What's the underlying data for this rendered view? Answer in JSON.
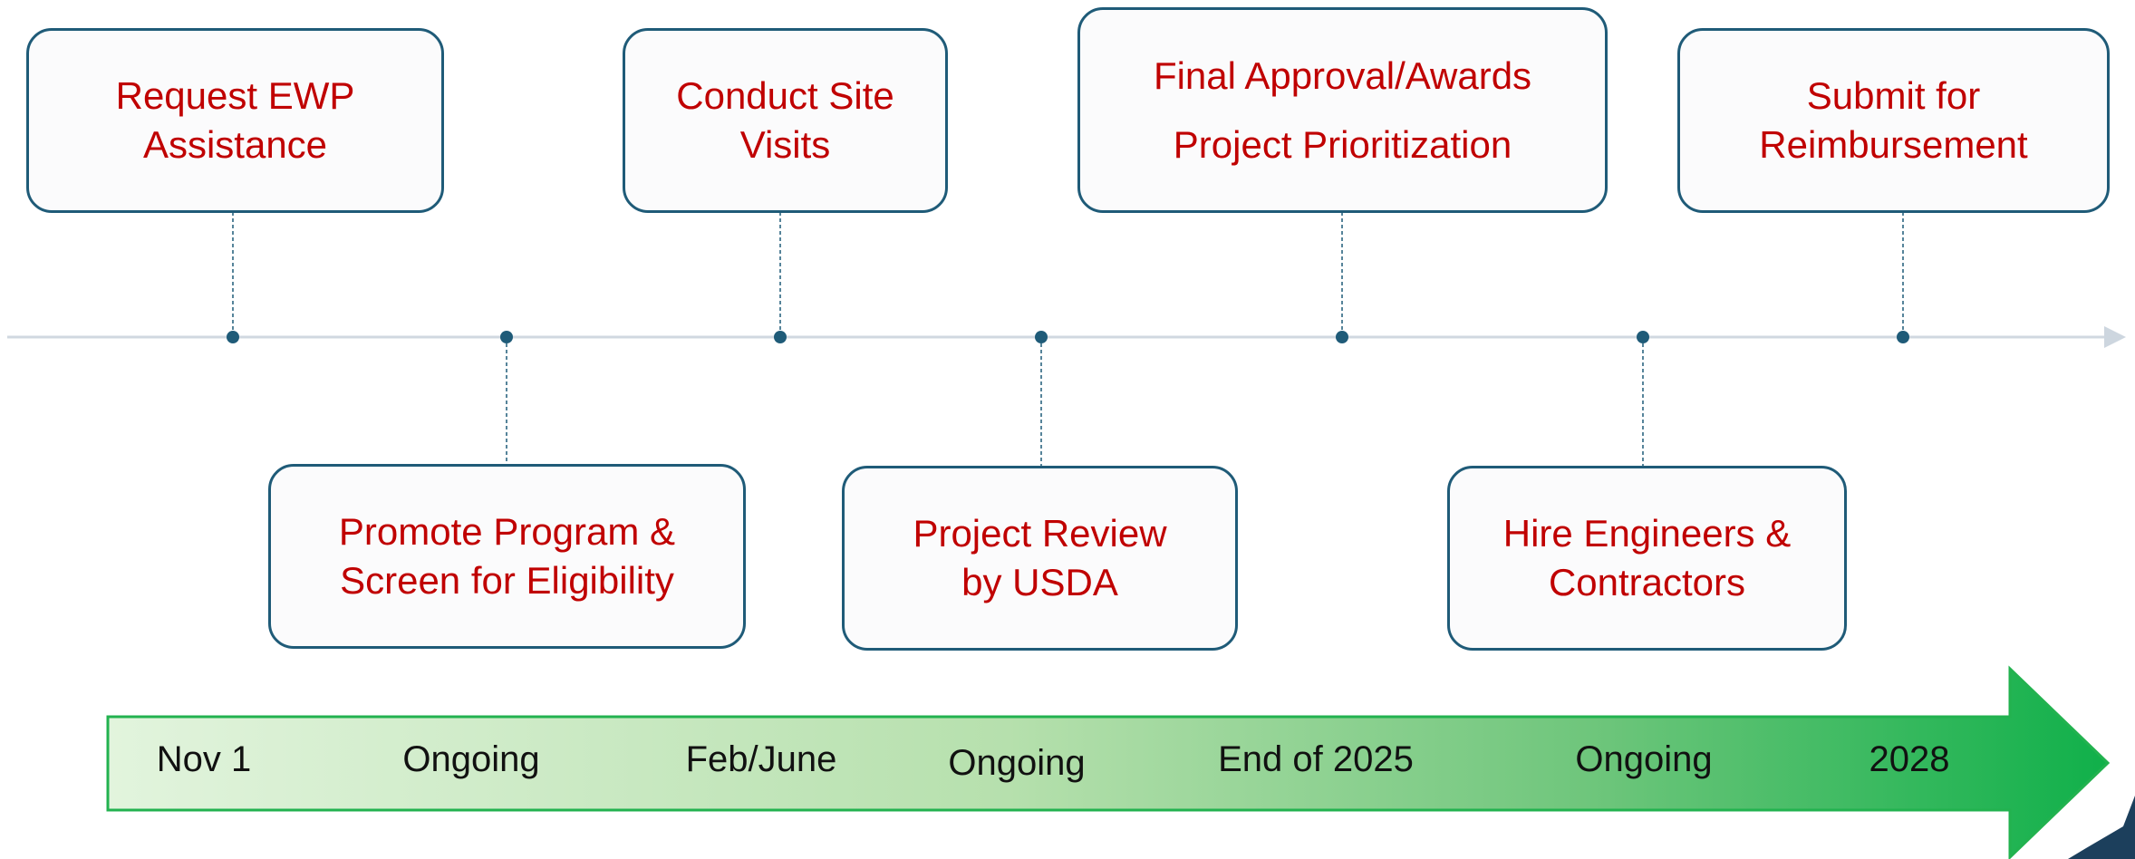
{
  "steps": [
    {
      "line1": "Request EWP",
      "line2": "Assistance"
    },
    {
      "line1": "Promote Program &",
      "line2": "Screen for Eligibility"
    },
    {
      "line1": "Conduct Site",
      "line2": "Visits"
    },
    {
      "line1": "Project Review",
      "line2": "by USDA"
    },
    {
      "line1": "Final Approval/Awards",
      "line2": "Project Prioritization"
    },
    {
      "line1": "Hire Engineers &",
      "line2": "Contractors"
    },
    {
      "line1": "Submit for",
      "line2": "Reimbursement"
    }
  ],
  "dates": [
    "Nov 1",
    "Ongoing",
    "Feb/June",
    "Ongoing",
    "End of 2025",
    "Ongoing",
    "2028"
  ],
  "colors": {
    "step_text": "#c00000",
    "box_border": "#1f5b78",
    "timeline": "#d0d8e0",
    "marker": "#1f5b78",
    "arrow_light": "#dff2da",
    "arrow_dark": "#10b04a"
  }
}
